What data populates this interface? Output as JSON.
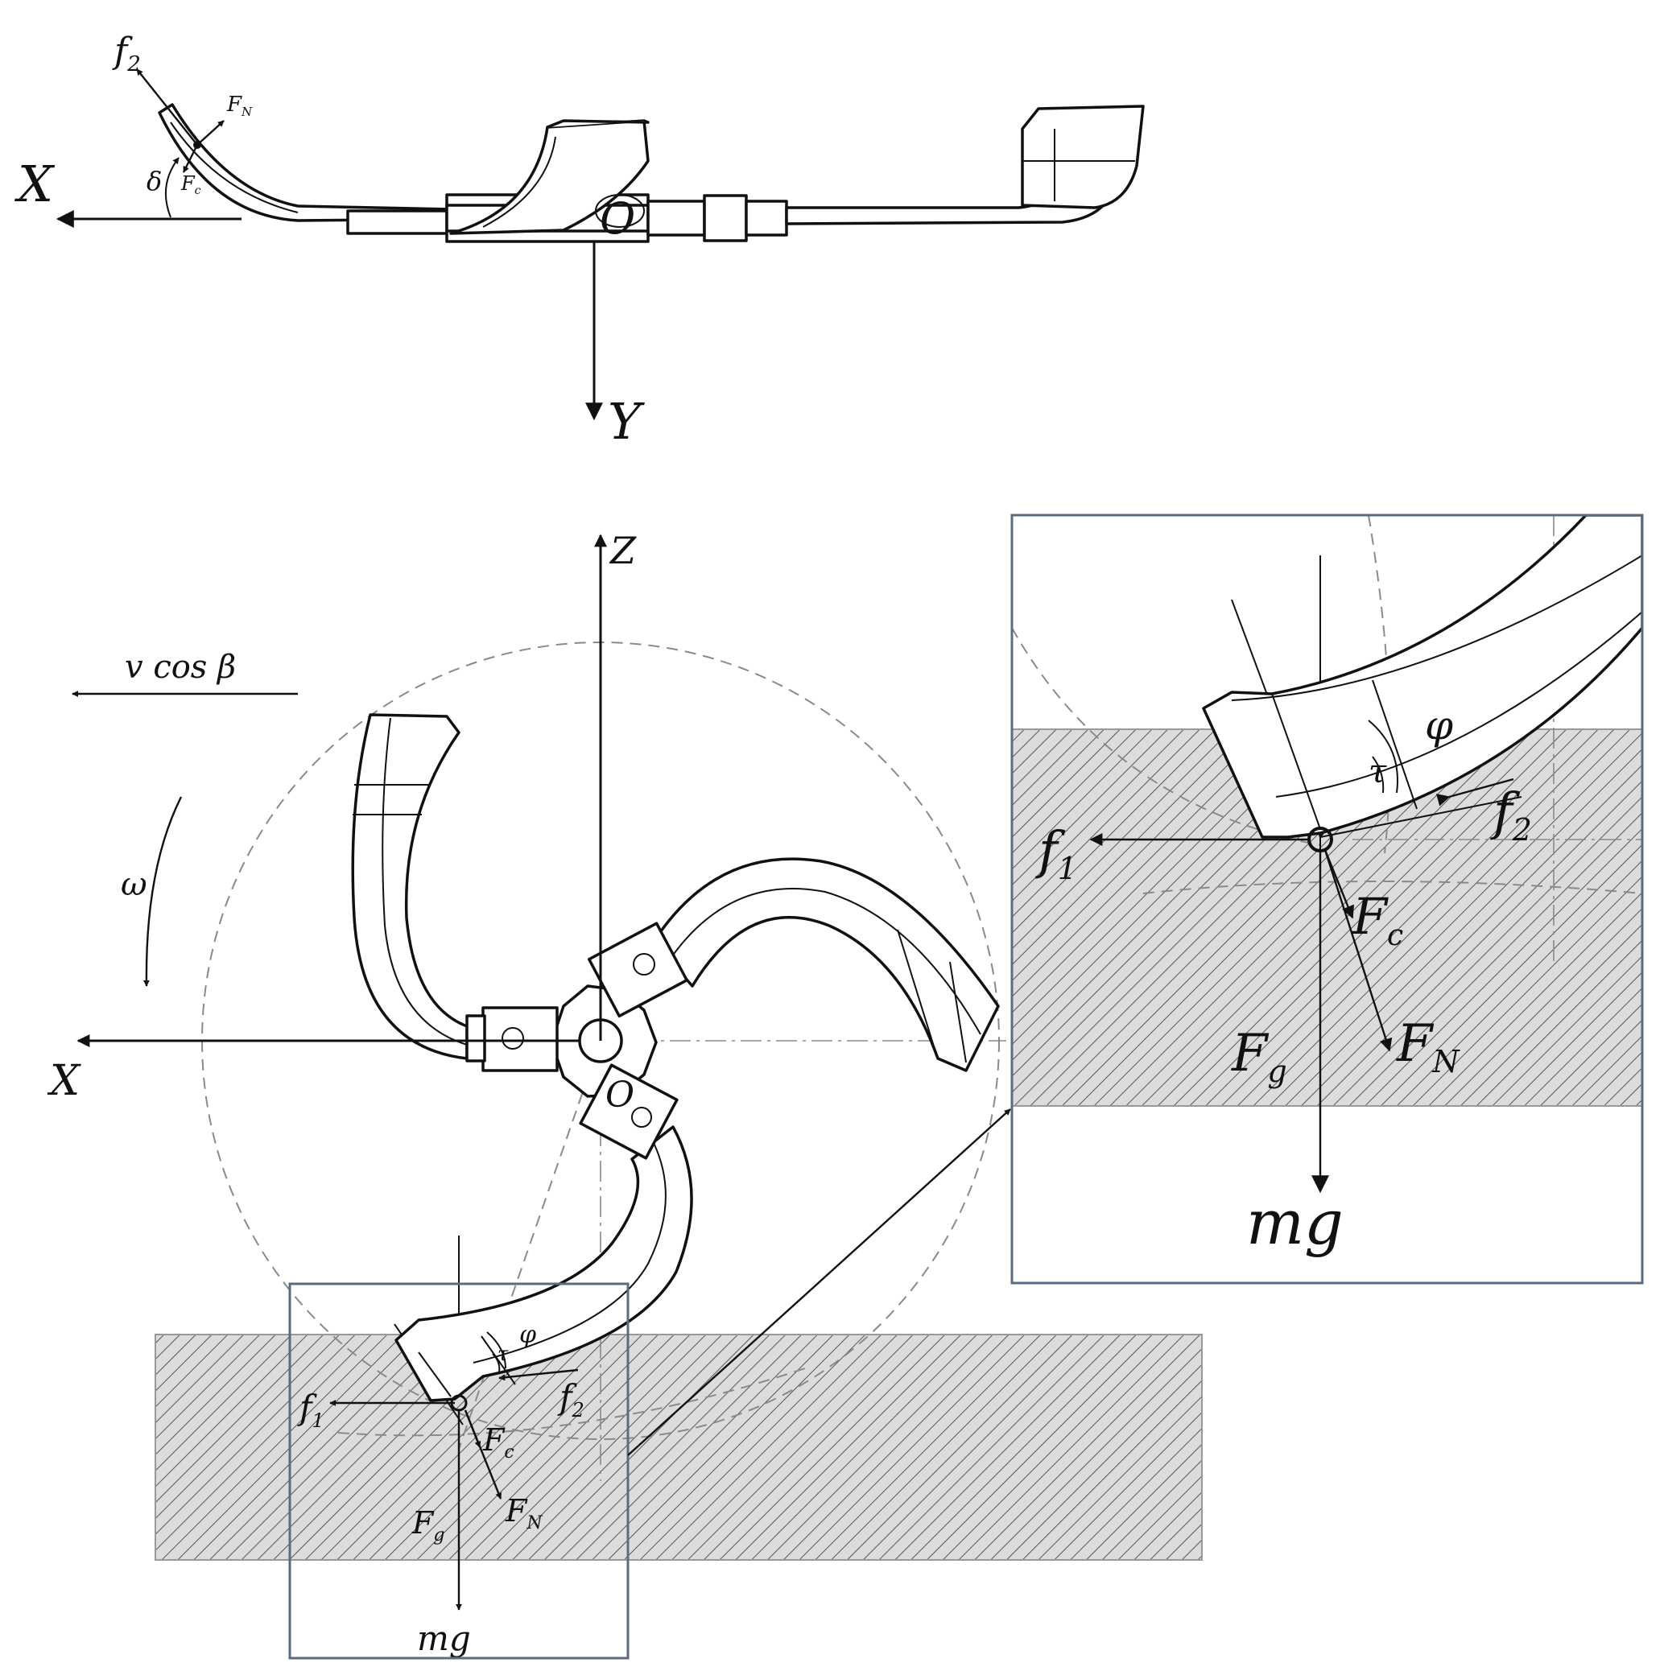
{
  "top_view": {
    "axis_x": "X",
    "axis_y": "Y",
    "origin": "O",
    "force_f2": "f",
    "force_f2_sub": "2",
    "force_fn": "F",
    "force_fn_sub": "N",
    "force_fc": "F",
    "force_fc_sub": "c",
    "angle_delta": "δ"
  },
  "side_view": {
    "axis_z": "Z",
    "axis_x": "X",
    "origin": "O",
    "velocity": "v cos β",
    "omega": "ω",
    "phi": "φ",
    "tau": "τ",
    "force_f1": "f",
    "force_f1_sub": "1",
    "force_f2": "f",
    "force_f2_sub": "2",
    "force_fc": "F",
    "force_fc_sub": "c",
    "force_fn": "F",
    "force_fn_sub": "N",
    "force_fg": "F",
    "force_fg_sub": "g",
    "weight": "mg"
  },
  "detail_view": {
    "phi": "φ",
    "tau": "τ",
    "force_f1": "f",
    "force_f1_sub": "1",
    "force_f2": "f",
    "force_f2_sub": "2",
    "force_fc": "F",
    "force_fc_sub": "c",
    "force_fn": "F",
    "force_fn_sub": "N",
    "force_fg": "F",
    "force_fg_sub": "g",
    "weight": "mg"
  },
  "colors": {
    "line": "#111111",
    "construction": "#8a8a8a",
    "soil_fill": "#dcdcdc",
    "soil_hatch": "#555555",
    "frame": "#5b6b82"
  }
}
